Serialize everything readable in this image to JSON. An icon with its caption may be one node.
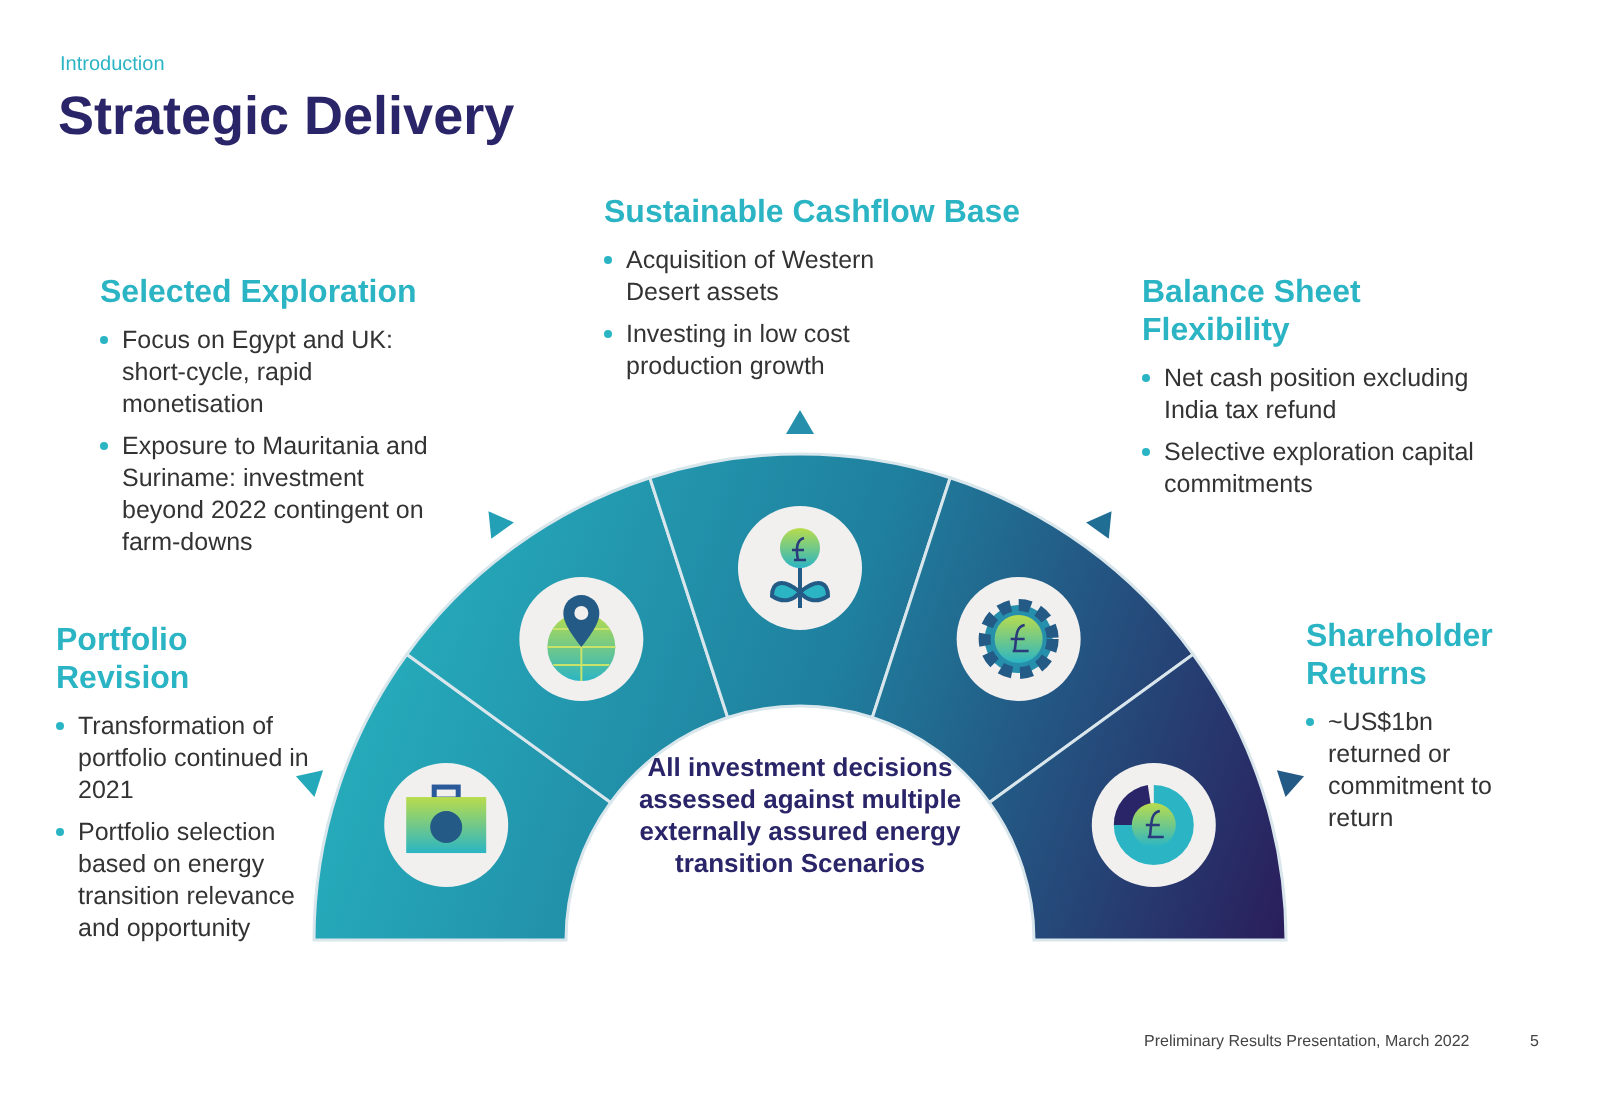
{
  "diagram": {
    "title": "Strategic Delivery",
    "nodes": [
      {
        "text": [
          "All investment decisions assessed against multiple externally assured energy transition Scenarios"
        ]
      },
      {
        "text": [],
        "shape": "sector"
      },
      {
        "text": [],
        "shape": "sector"
      },
      {
        "text": [],
        "shape": "sector"
      },
      {
        "text": [],
        "shape": "sector"
      },
      {
        "text": [],
        "shape": "sector"
      }
    ],
    "labels": [
      "Introduction",
      "Sustainable Cashflow Base",
      "Acquisition of Western Desert assets",
      "Investing in low cost production growth",
      "Selected Exploration",
      "Focus on Egypt and UK: short-cycle, rapid monetisation",
      "Exposure to Mauritania and Suriname: investment beyond 2022 contingent on farm-downs",
      "Balance Sheet Flexibility",
      "Net cash position excluding India tax refund",
      "Selective exploration capital commitments",
      "Portfolio Revision",
      "Transformation of portfolio continued in 2021",
      "Portfolio selection based on energy transition relevance and opportunity",
      "Shareholder Returns",
      "~US$1bn returned or commitment to return",
      "Preliminary Results Presentation, March 2022",
      "5"
    ]
  }
}
